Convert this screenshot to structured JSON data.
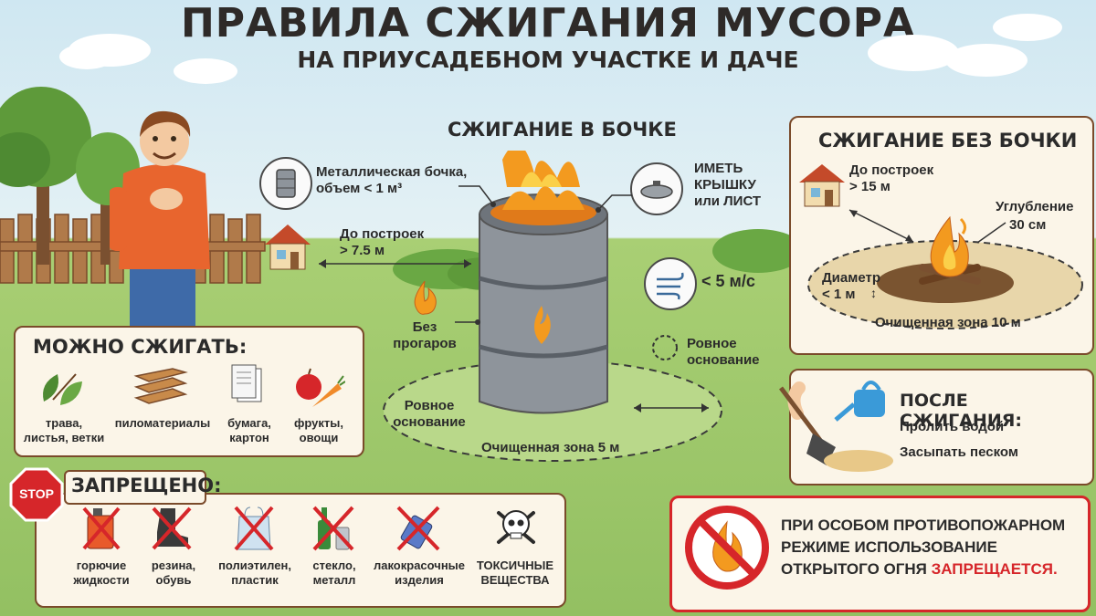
{
  "header": {
    "title": "ПРАВИЛА СЖИГАНИЯ МУСОРА",
    "subtitle": "НА ПРИУСАДЕБНОМ УЧАСТКЕ И ДАЧЕ"
  },
  "barrel": {
    "heading": "СЖИГАНИЕ В БОЧКЕ",
    "barrel_spec_line1": "Металлическая бочка,",
    "barrel_spec_line2": "объем < 1 м³",
    "lid_line1": "ИМЕТЬ",
    "lid_line2": "КРЫШКУ",
    "lid_line3": "или ЛИСТ",
    "distance_line1": "До построек",
    "distance_line2": "> 7.5 м",
    "wind": "< 5 м/с",
    "no_burnthrough_line1": "Без",
    "no_burnthrough_line2": "прогаров",
    "base_right_line1": "Ровное",
    "base_right_line2": "основание",
    "base_left_line1": "Ровное",
    "base_left_line2": "основание",
    "cleared_zone": "Очищенная зона 5 м"
  },
  "no_barrel": {
    "heading": "СЖИГАНИЕ БЕЗ БОЧКИ",
    "distance_line1": "До построек",
    "distance_line2": "> 15 м",
    "depth_line1": "Углубление",
    "depth_line2": "30 см",
    "diameter_line1": "Диаметр",
    "diameter_line2": "< 1 м",
    "cleared_zone": "Очищенная зона 10 м"
  },
  "allowed": {
    "heading": "МОЖНО СЖИГАТЬ:",
    "items": [
      {
        "line1": "трава,",
        "line2": "листья, ветки",
        "icon": "leaves-icon"
      },
      {
        "line1": "пиломатериалы",
        "line2": "",
        "icon": "lumber-icon"
      },
      {
        "line1": "бумага,",
        "line2": "картон",
        "icon": "paper-icon"
      },
      {
        "line1": "фрукты,",
        "line2": "овощи",
        "icon": "fruit-icon"
      }
    ]
  },
  "forbidden": {
    "stop": "STOP",
    "heading": "ЗАПРЕЩЕНО:",
    "items": [
      {
        "line1": "горючие",
        "line2": "жидкости",
        "icon": "fuel-can-icon"
      },
      {
        "line1": "резина,",
        "line2": "обувь",
        "icon": "boot-icon"
      },
      {
        "line1": "полиэтилен,",
        "line2": "пластик",
        "icon": "plastic-bag-icon"
      },
      {
        "line1": "стекло,",
        "line2": "металл",
        "icon": "bottle-icon"
      },
      {
        "line1": "лакокрасочные",
        "line2": "изделия",
        "icon": "spray-can-icon"
      },
      {
        "line1": "ТОКСИЧНЫЕ",
        "line2": "ВЕЩЕСТВА",
        "icon": "skull-icon"
      }
    ]
  },
  "after": {
    "heading": "ПОСЛЕ СЖИГАНИЯ:",
    "step1": "Пролить водой",
    "step2": "Засыпать песком"
  },
  "warning": {
    "line1": "ПРИ ОСОБОМ ПРОТИВОПОЖАРНОМ",
    "line2": "РЕЖИМЕ ИСПОЛЬЗОВАНИЕ",
    "line3_prefix": "ОТКРЫТОГО ОГНЯ",
    "line3_accent": "ЗАПРЕЩАЕТСЯ."
  },
  "colors": {
    "accent_red": "#d6262a",
    "panel_bg": "#fbf5e8",
    "panel_border": "#7a4a2a",
    "grass": "#93c062",
    "flame": "#f39a1f"
  }
}
